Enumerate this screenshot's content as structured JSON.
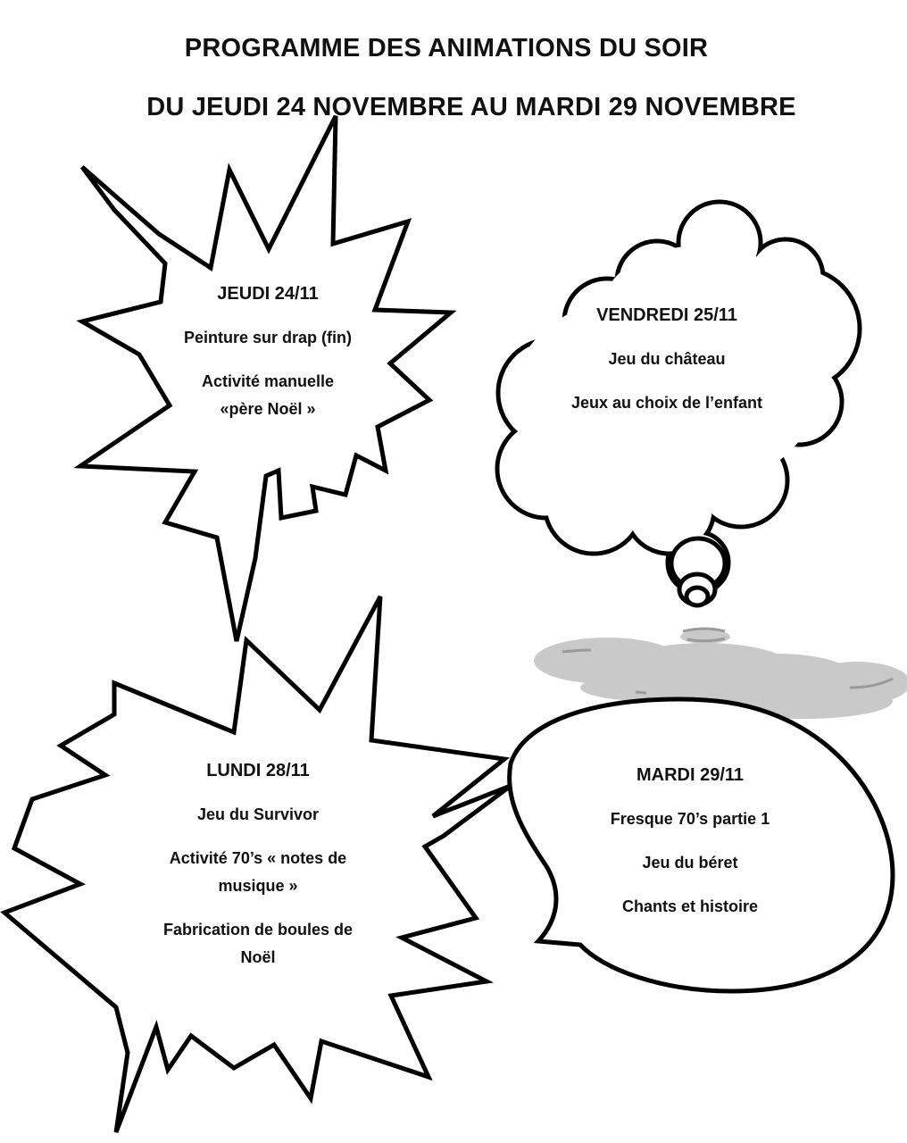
{
  "header": {
    "title": "PROGRAMME DES ANIMATIONS DU SOIR",
    "subtitle": "DU JEUDI 24 NOVEMBRE AU MARDI 29 NOVEMBRE"
  },
  "days": {
    "jeudi": {
      "title": "JEUDI 24/11",
      "items": [
        "Peinture sur drap (fin)",
        "Activité manuelle «père Noël »"
      ]
    },
    "vendredi": {
      "title": "VENDREDI 25/11",
      "items": [
        "Jeu du château",
        "Jeux au choix de l’enfant"
      ]
    },
    "lundi": {
      "title": "LUNDI 28/11",
      "items": [
        "Jeu du Survivor",
        "Activité 70’s « notes de musique »",
        "Fabrication de boules de Noël"
      ]
    },
    "mardi": {
      "title": "MARDI 29/11",
      "items": [
        "Fresque 70’s partie 1",
        "Jeu du béret",
        "Chants et histoire"
      ]
    }
  }
}
